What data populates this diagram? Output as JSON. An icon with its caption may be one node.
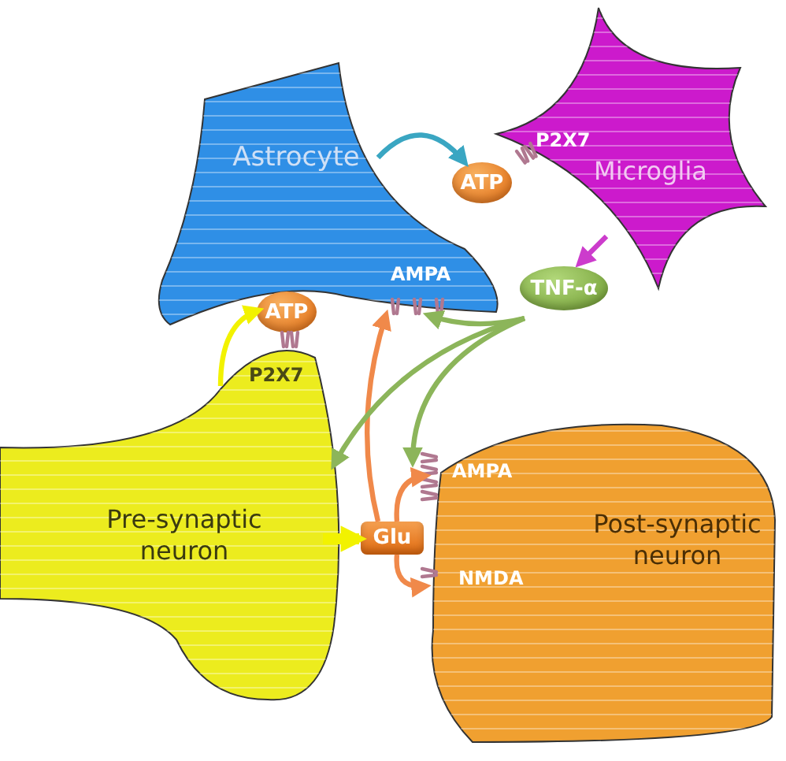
{
  "diagram": {
    "nodes": [
      {
        "text": [
          "Astrocyte"
        ]
      },
      {
        "text": [
          "Microglia"
        ]
      },
      {
        "text": [
          "Pre-synaptic neuron"
        ]
      },
      {
        "text": [
          "Post-synaptic neuron"
        ]
      },
      {
        "text": [
          "ATP"
        ]
      },
      {
        "text": [
          "ATP"
        ]
      },
      {
        "text": [
          "TNF-α"
        ]
      },
      {
        "text": [
          "Glu"
        ]
      }
    ],
    "edges": [
      {
        "from": 0,
        "to": 4,
        "arrow": "to",
        "color": "#3aa6c2"
      },
      {
        "from": 1,
        "to": 6,
        "arrow": "to",
        "color": "#cc3ccc"
      },
      {
        "from": 2,
        "to": 5,
        "arrow": "to",
        "color": "#f2f200"
      },
      {
        "from": 2,
        "to": 7,
        "arrow": "to",
        "style": "thick",
        "color": "#f2f200"
      },
      {
        "from": 7,
        "to": 0,
        "arrow": "to",
        "color": "#f0894a"
      },
      {
        "from": 7,
        "to": 3,
        "arrow": "to",
        "color": "#f0894a"
      },
      {
        "from": 7,
        "to": 3,
        "arrow": "to",
        "color": "#f0894a"
      },
      {
        "from": 6,
        "to": 0,
        "arrow": "to",
        "color": "#8cb55a"
      },
      {
        "from": 6,
        "to": 2,
        "arrow": "to",
        "color": "#8cb55a"
      },
      {
        "from": 6,
        "to": 3,
        "arrow": "to",
        "color": "#8cb55a"
      }
    ],
    "labels": [
      "P2X7",
      "AMPA",
      "P2X7",
      "AMPA",
      "NMDA"
    ]
  }
}
